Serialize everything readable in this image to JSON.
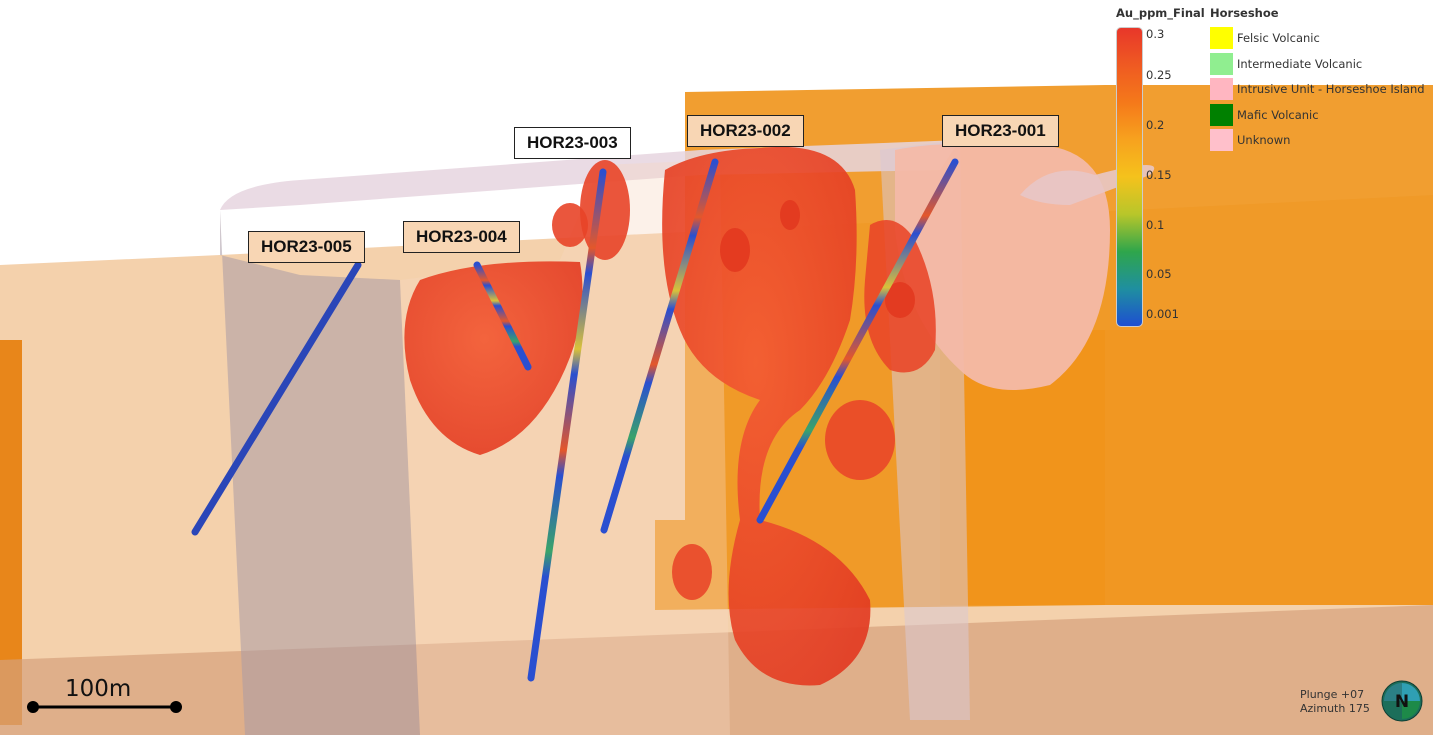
{
  "drillholes": [
    {
      "id": "HOR23-001",
      "label": "HOR23-001"
    },
    {
      "id": "HOR23-002",
      "label": "HOR23-002"
    },
    {
      "id": "HOR23-003",
      "label": "HOR23-003"
    },
    {
      "id": "HOR23-004",
      "label": "HOR23-004"
    },
    {
      "id": "HOR23-005",
      "label": "HOR23-005"
    }
  ],
  "legend": {
    "colormap_title": "Au_ppm_Final",
    "colormap_ticks": [
      "0.3",
      "0.25",
      "0.2",
      "0.15",
      "0.1",
      "0.05",
      "0.001"
    ],
    "colormap_colors": [
      "#e8372a",
      "#ef5a22",
      "#f5791a",
      "#f7a21e",
      "#f5c21c",
      "#b8c62a",
      "#2fa64b",
      "#1f8fa0",
      "#1e4fd1"
    ],
    "category_title": "Horseshoe",
    "categories": [
      {
        "label": "Felsic Volcanic",
        "color": "#ffff00"
      },
      {
        "label": "Intermediate Volcanic",
        "color": "#90ee90"
      },
      {
        "label": "Intrusive Unit - Horseshoe Island",
        "color": "#ffb6c1"
      },
      {
        "label": "Mafic Volcanic",
        "color": "#008000"
      },
      {
        "label": "Unknown",
        "color": "#ffc0cb"
      }
    ]
  },
  "scale_bar": {
    "label": "100m"
  },
  "view": {
    "plunge": "Plunge +07",
    "azimuth": "Azimuth 175",
    "compass_letter": "N"
  }
}
